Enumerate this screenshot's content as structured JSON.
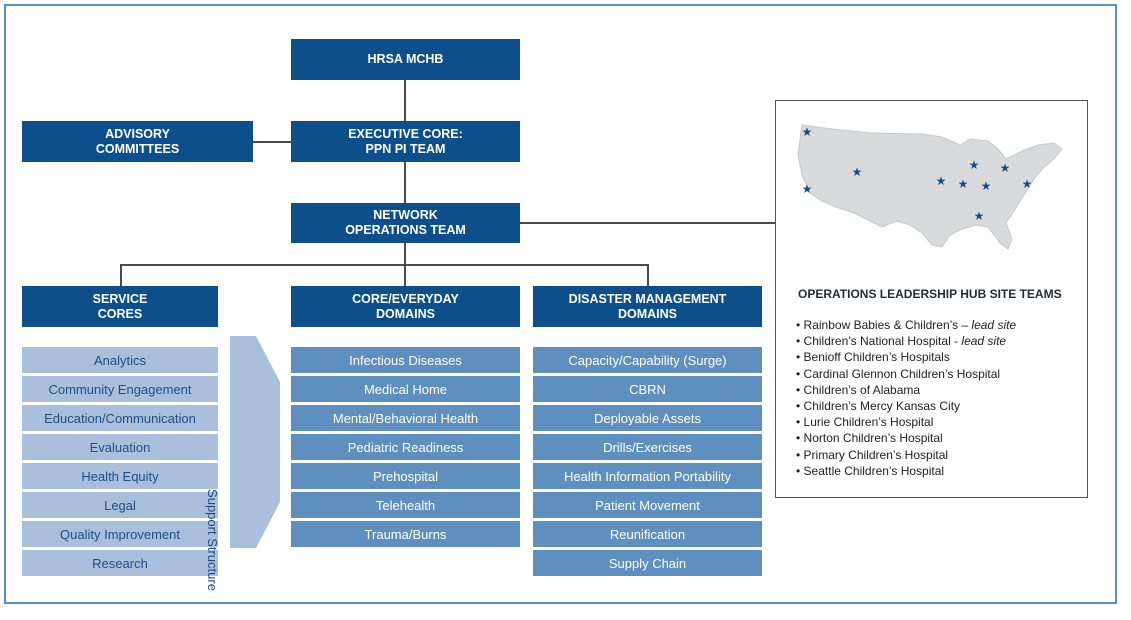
{
  "top": {
    "hrsa": "HRSA MCHB",
    "executive": "EXECUTIVE CORE:\nPPN PI TEAM",
    "advisory": "ADVISORY\nCOMMITTEES",
    "network": "NETWORK\nOPERATIONS TEAM"
  },
  "columns": {
    "service": "SERVICE\nCORES",
    "core": "CORE/EVERYDAY\nDOMAINS",
    "disaster": "DISASTER MANAGEMENT\nDOMAINS"
  },
  "service_cores": [
    "Analytics",
    "Community Engagement",
    "Education/Communication",
    "Evaluation",
    "Health Equity",
    "Legal",
    "Quality Improvement",
    "Research"
  ],
  "support_structure": "Support Structure",
  "core_domains": [
    "Infectious Diseases",
    "Medical Home",
    "Mental/Behavioral Health",
    "Pediatric Readiness",
    "Prehospital",
    "Telehealth",
    "Trauma/Burns"
  ],
  "disaster_domains": [
    "Capacity/Capability (Surge)",
    "CBRN",
    "Deployable Assets",
    "Drills/Exercises",
    "Health Information Portability",
    "Patient Movement",
    "Reunification",
    "Supply Chain"
  ],
  "hub": {
    "title": "OPERATIONS LEADERSHIP HUB SITE TEAMS",
    "sites": [
      {
        "name": "Rainbow Babies & Children’s",
        "note": "lead site"
      },
      {
        "name": "Children’s National Hospital",
        "note": "lead site"
      },
      {
        "name": "Benioff Children’s Hospitals",
        "note": ""
      },
      {
        "name": "Cardinal Glennon Children’s Hospital",
        "note": ""
      },
      {
        "name": "Children’s of Alabama",
        "note": ""
      },
      {
        "name": "Children’s Mercy Kansas City",
        "note": ""
      },
      {
        "name": "Lurie Children’s Hospital",
        "note": ""
      },
      {
        "name": "Norton Children’s Hospital",
        "note": ""
      },
      {
        "name": "Primary Children’s Hospital",
        "note": ""
      },
      {
        "name": "Seattle Children’s Hospital",
        "note": ""
      }
    ]
  },
  "colors": {
    "dark_box": "#0d4f8b",
    "light_box": "#aabfdb",
    "mid_box": "#5f8fbf",
    "map_land": "#d9dadc",
    "star": "#0d4f8b",
    "frame": "#5b8fc7"
  }
}
